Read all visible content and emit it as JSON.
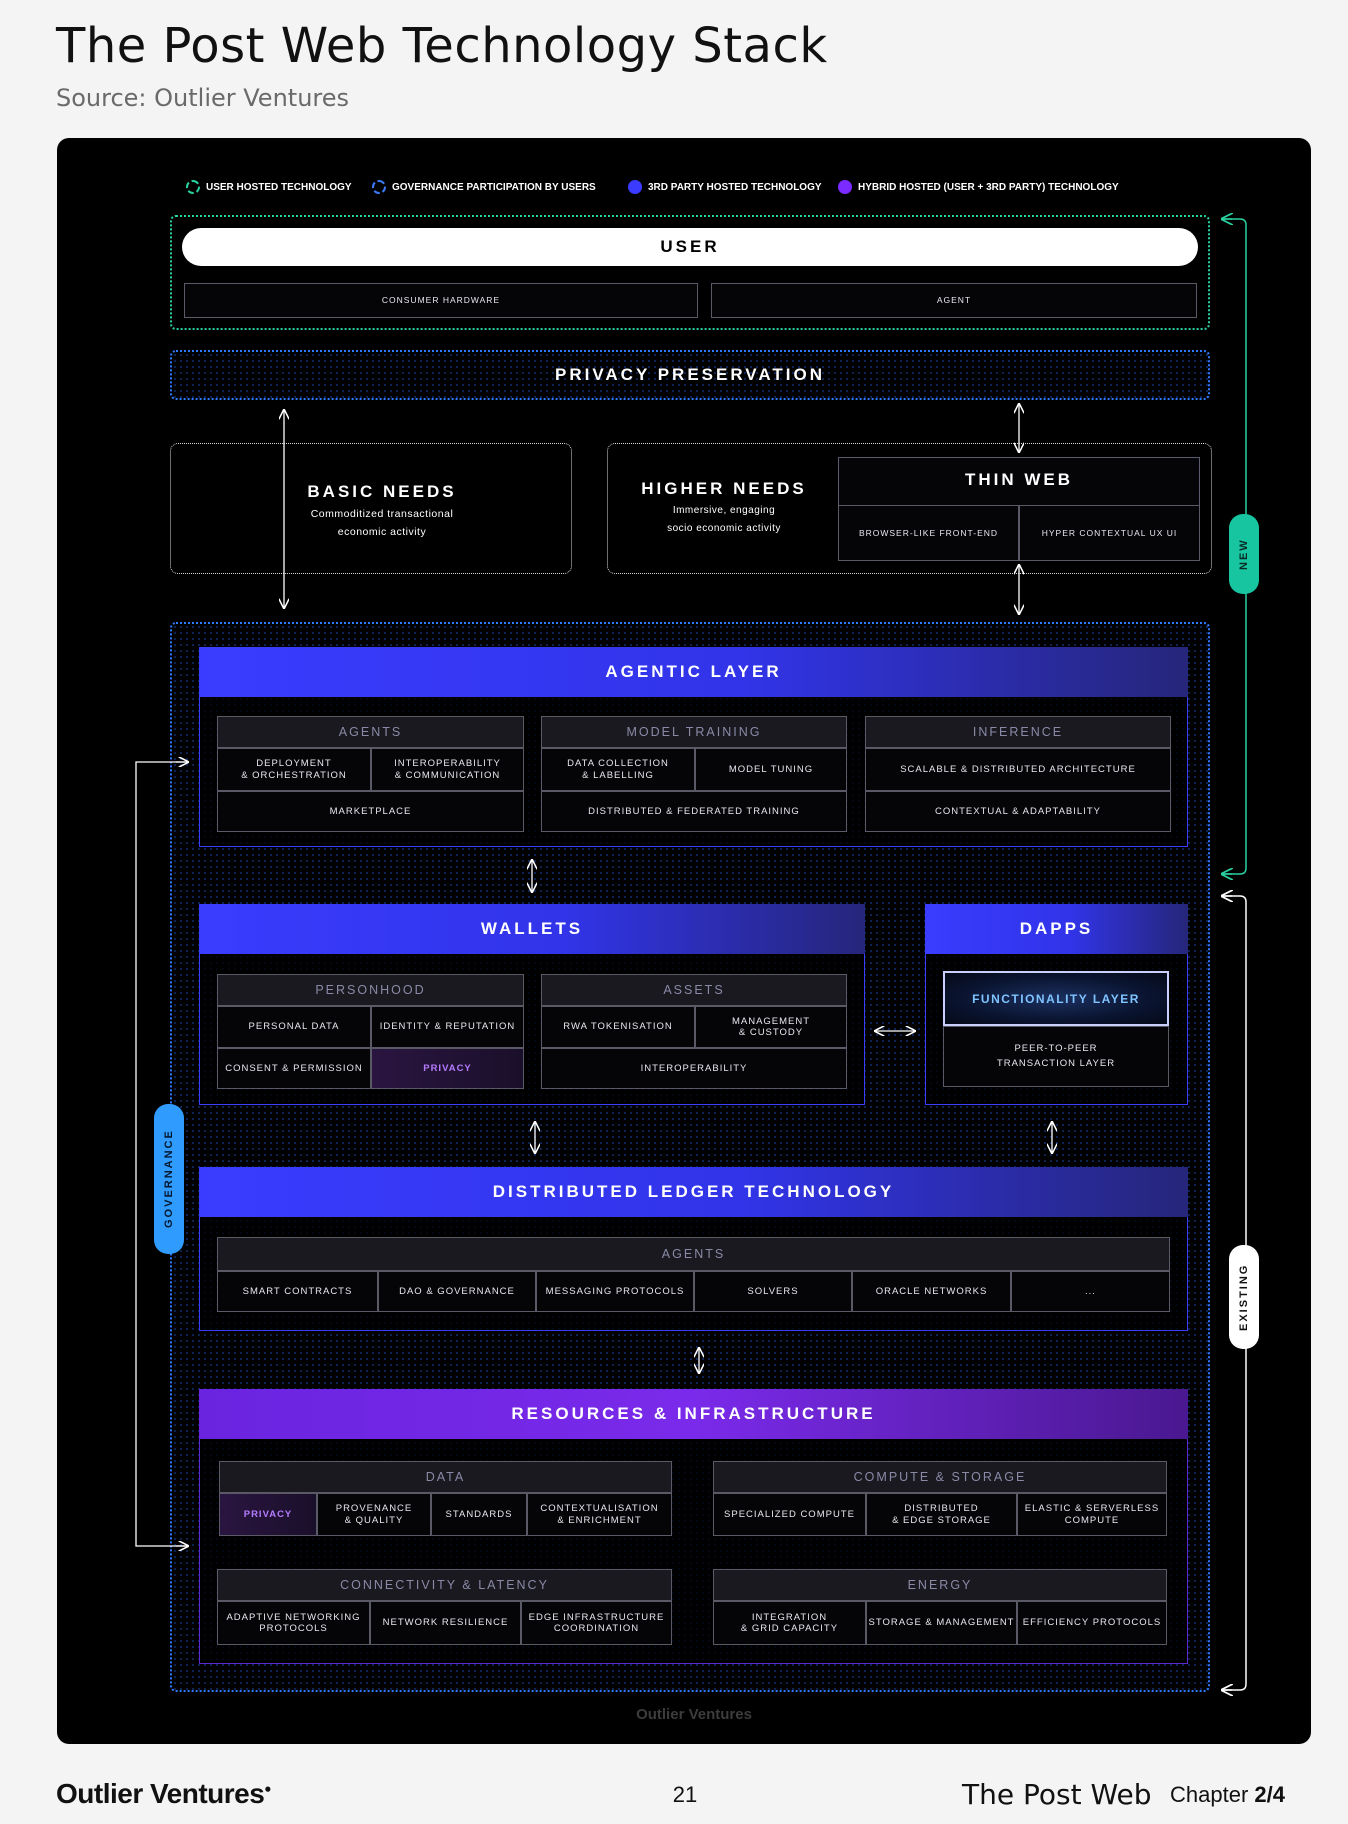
{
  "title": "The Post Web Technology Stack",
  "subtitle": "Source: Outlier Ventures",
  "legend": [
    {
      "label": "USER HOSTED TECHNOLOGY",
      "icon": "dashed-green-circle"
    },
    {
      "label": "GOVERNANCE PARTICIPATION BY USERS",
      "icon": "dashed-blue-circle"
    },
    {
      "label": "3RD PARTY HOSTED TECHNOLOGY",
      "icon": "solid-blue-circle"
    },
    {
      "label": "HYBRID HOSTED (USER + 3RD PARTY) TECHNOLOGY",
      "icon": "solid-purple-circle"
    }
  ],
  "user": {
    "label": "USER",
    "items": [
      "CONSUMER HARDWARE",
      "AGENT"
    ]
  },
  "privacy_preservation": "PRIVACY PRESERVATION",
  "basic_needs": {
    "title": "BASIC NEEDS",
    "line1": "Commoditized transactional",
    "line2": "economic activity"
  },
  "higher_needs": {
    "title": "HIGHER NEEDS",
    "line1": "Immersive, engaging",
    "line2": "socio economic activity"
  },
  "thin_web": {
    "title": "THIN WEB",
    "items": [
      "BROWSER-LIKE FRONT-END",
      "HYPER CONTEXTUAL UX UI"
    ]
  },
  "agentic_layer": {
    "title": "AGENTIC LAYER",
    "agents": {
      "head": "AGENTS",
      "a": "DEPLOYMENT\n& ORCHESTRATION",
      "b": "INTEROPERABILITY\n& COMMUNICATION",
      "c": "MARKETPLACE"
    },
    "model_training": {
      "head": "MODEL TRAINING",
      "a": "DATA COLLECTION\n& LABELLING",
      "b": "MODEL TUNING",
      "c": "DISTRIBUTED & FEDERATED TRAINING"
    },
    "inference": {
      "head": "INFERENCE",
      "a": "SCALABLE & DISTRIBUTED ARCHITECTURE",
      "b": "CONTEXTUAL & ADAPTABILITY"
    }
  },
  "wallets": {
    "title": "WALLETS",
    "personhood": {
      "head": "PERSONHOOD",
      "a": "PERSONAL DATA",
      "b": "IDENTITY & REPUTATION",
      "c": "CONSENT & PERMISSION",
      "d": "PRIVACY"
    },
    "assets": {
      "head": "ASSETS",
      "a": "RWA TOKENISATION",
      "b": "MANAGEMENT\n& CUSTODY",
      "c": "INTEROPERABILITY"
    }
  },
  "dapps": {
    "title": "DAPPS",
    "functionality": "FUNCTIONALITY LAYER",
    "p2p": "PEER-TO-PEER\nTRANSACTION LAYER"
  },
  "dlt": {
    "title": "DISTRIBUTED LEDGER TECHNOLOGY",
    "head": "AGENTS",
    "items": [
      "SMART CONTRACTS",
      "DAO & GOVERNANCE",
      "MESSAGING PROTOCOLS",
      "SOLVERS",
      "ORACLE NETWORKS",
      "..."
    ]
  },
  "resources": {
    "title": "RESOURCES & INFRASTRUCTURE",
    "data": {
      "head": "DATA",
      "items": [
        "PRIVACY",
        "PROVENANCE\n& QUALITY",
        "STANDARDS",
        "CONTEXTUALISATION\n& ENRICHMENT"
      ]
    },
    "compute": {
      "head": "COMPUTE & STORAGE",
      "items": [
        "SPECIALIZED COMPUTE",
        "DISTRIBUTED\n& EDGE STORAGE",
        "ELASTIC & SERVERLESS\nCOMPUTE"
      ]
    },
    "connectivity": {
      "head": "CONNECTIVITY & LATENCY",
      "items": [
        "ADAPTIVE NETWORKING\nPROTOCOLS",
        "NETWORK RESILIENCE",
        "EDGE INFRASTRUCTURE\nCOORDINATION"
      ]
    },
    "energy": {
      "head": "ENERGY",
      "items": [
        "INTEGRATION\n& GRID CAPACITY",
        "STORAGE & MANAGEMENT",
        "EFFICIENCY PROTOCOLS"
      ]
    }
  },
  "side_labels": {
    "new": "NEW",
    "existing": "EXISTING",
    "governance": "GOVERNANCE"
  },
  "watermark": "Outlier Ventures",
  "footer": {
    "brand": "Outlier Ventures",
    "page": "21",
    "doc_title": "The Post Web",
    "chapter_label": "Chapter",
    "chapter_num": "2",
    "chapter_total": "/4"
  },
  "colors": {
    "blue": "#3a3cff",
    "purple": "#6a24e0",
    "green": "#2ad1a0",
    "accent_blue": "#2f9bff"
  }
}
